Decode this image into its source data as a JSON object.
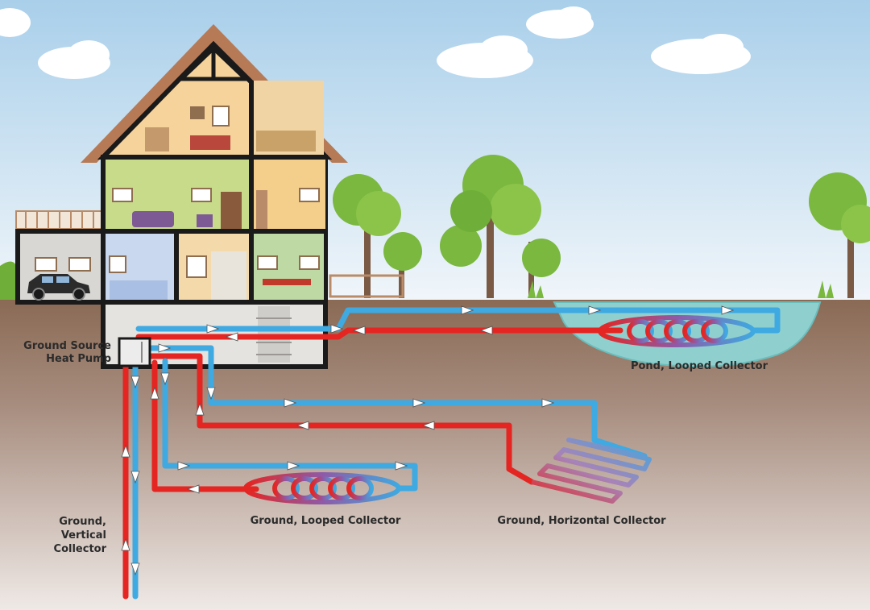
{
  "labels": {
    "heat_pump_line1": "Ground Source",
    "heat_pump_line2": "Heat Pump",
    "pond": "Pond, Looped Collector",
    "ground_looped": "Ground, Looped Collector",
    "ground_horizontal": "Ground, Horizontal Collector",
    "vertical_line1": "Ground,",
    "vertical_line2": "Vertical",
    "vertical_line3": "Collector"
  },
  "colors": {
    "sky_top": "#a9cfea",
    "sky_bottom": "#f1f6fa",
    "soil_top": "#8a6a55",
    "soil_bottom": "#efe9e6",
    "cold_pipe": "#3fa9e1",
    "hot_pipe": "#e52521",
    "pond_water": "#8fd0cf",
    "roof": "#b77a56",
    "outline": "#1a1a1a"
  },
  "icons": [
    "flow-arrow-icon",
    "car-icon",
    "tree-icon",
    "cloud-icon"
  ]
}
